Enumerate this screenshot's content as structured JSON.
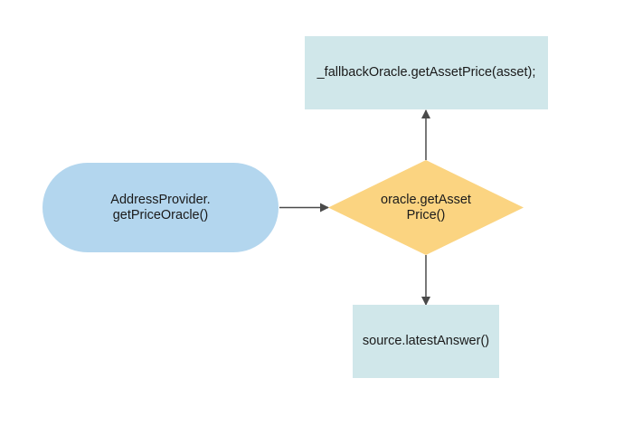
{
  "nodes": {
    "start": {
      "label": "AddressProvider.\ngetPriceOracle()"
    },
    "decision": {
      "label": "oracle.getAsset\nPrice()"
    },
    "fallback": {
      "label": "_fallbackOracle.getAssetPrice(asset);"
    },
    "source": {
      "label": "source.latestAnswer()"
    }
  },
  "colors": {
    "start_fill": "#b3d6ee",
    "decision_fill": "#fbd481",
    "process_fill": "#d0e7ea",
    "edge": "#4a4a4a"
  }
}
